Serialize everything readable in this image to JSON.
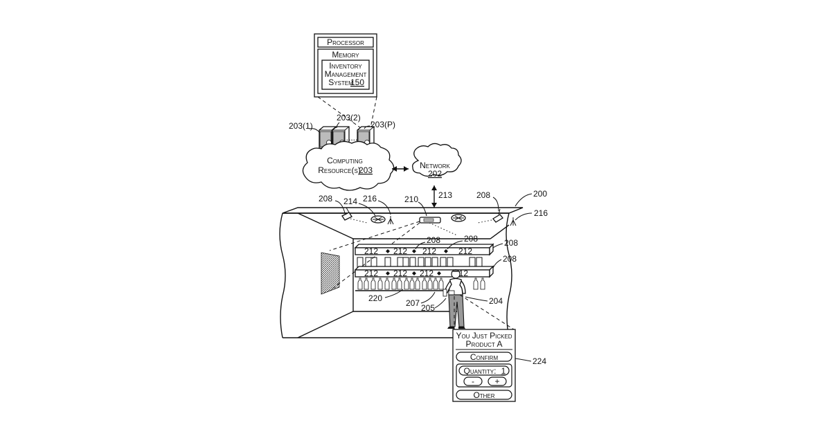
{
  "processor_box": {
    "processor": "Processor",
    "memory": "Memory",
    "ims_line1": "Inventory",
    "ims_line2": "Management",
    "ims_line3": "System",
    "ims_ref": "150"
  },
  "servers": {
    "ref1": "203(1)",
    "ref2": "203(2)",
    "refp": "203(P)",
    "ellipsis": "....."
  },
  "computing_cloud": {
    "line1": "Computing",
    "line2": "Resource(s)",
    "ref": "203"
  },
  "network_cloud": {
    "line1": "Network",
    "ref": "202"
  },
  "labels": {
    "r200": "200",
    "r208_left": "208",
    "r214": "214",
    "r216_left": "216",
    "r210": "210",
    "r213": "213",
    "r208_right": "208",
    "r216_right": "216",
    "r208_top1": "208",
    "r208_top2": "208",
    "r208_shelf1": "208",
    "r208_shelf2": "208",
    "r220": "220",
    "r207": "207",
    "r205": "205",
    "r204": "204",
    "r224": "224"
  },
  "shelf_tags": {
    "top": [
      "212",
      "212",
      "212",
      "212"
    ],
    "bottom": [
      "212",
      "212",
      "212",
      "212"
    ]
  },
  "device": {
    "header_line1": "You Just Picked",
    "header_line2": "Product A",
    "confirm": "Confirm",
    "quantity_label": "Quantity:",
    "quantity_value": "1",
    "minus": "-",
    "plus": "+",
    "other": "Other"
  }
}
